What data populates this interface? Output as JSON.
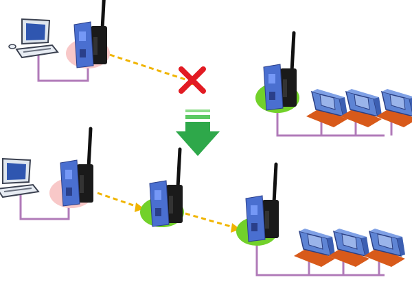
{
  "diagram": {
    "top_scene": {
      "pc": {
        "icon": "computer-icon"
      },
      "radio": {
        "icon": "wireless-modem-icon",
        "pad": "pink"
      },
      "link_status": {
        "icon": "red-x-icon",
        "meaning": "out of range"
      },
      "remote_radio": {
        "icon": "wireless-modem-icon",
        "pad": "green"
      },
      "modules": {
        "icon": "io-module-icon",
        "count": 3
      }
    },
    "transition": {
      "icon": "green-down-arrow-icon"
    },
    "bottom_scene": {
      "pc": {
        "icon": "computer-icon"
      },
      "radio": {
        "icon": "wireless-modem-icon",
        "pad": "pink"
      },
      "repeater": {
        "icon": "wireless-modem-icon",
        "pad": "green"
      },
      "remote_radio": {
        "icon": "wireless-modem-icon",
        "pad": "green"
      },
      "modules": {
        "icon": "io-module-icon",
        "count": 3
      }
    },
    "colors": {
      "link_dashed": "#f0b400",
      "wire": "#b07ab8",
      "pink_pad": "#f8c8c8",
      "green_pad": "#72d12a",
      "x_mark": "#e21b23",
      "arrow": "#2ea84a"
    }
  }
}
